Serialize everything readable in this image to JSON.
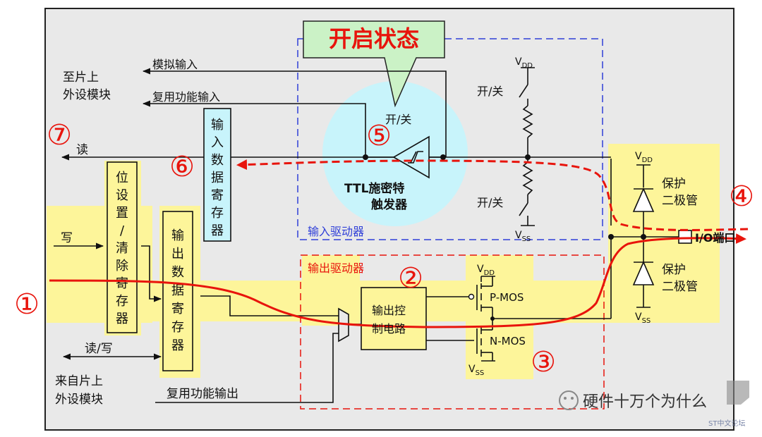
{
  "labels": {
    "open_state": "开启状态",
    "analog_input": "模拟输入",
    "alt_func_input": "复用功能输入",
    "to_peripheral_1": "至片上",
    "to_peripheral_2": "外设模块",
    "read": "读",
    "write": "写",
    "read_write": "读/写",
    "from_peripheral_1": "来自片上",
    "from_peripheral_2": "外设模块",
    "alt_func_output": "复用功能输出",
    "input_data_register": [
      "输",
      "入",
      "数",
      "据",
      "寄",
      "存",
      "器"
    ],
    "bit_set_clear_register": [
      "位",
      "设",
      "置",
      "/",
      "清",
      "除",
      "寄",
      "存",
      "器"
    ],
    "output_data_register": [
      "输",
      "出",
      "数",
      "据",
      "寄",
      "存",
      "器"
    ],
    "switch_top_schmitt": "开/关",
    "switch_pullup": "开/关",
    "switch_pulldown": "开/关",
    "ttl_schmitt_1": "TTL施密特",
    "ttl_schmitt_2": "触发器",
    "input_driver": "输入驱动器",
    "output_driver": "输出驱动器",
    "output_control_1": "输出控",
    "output_control_2": "制电路",
    "pmos": "P-MOS",
    "nmos": "N-MOS",
    "vdd": "V",
    "vdd_sub": "DD",
    "vss": "V",
    "vss_sub": "SS",
    "protect_diode_top_1": "保护",
    "protect_diode_top_2": "二极管",
    "protect_diode_bottom_1": "保护",
    "protect_diode_bottom_2": "二极管",
    "io_pin": "I/O端口"
  },
  "markers": [
    "①",
    "②",
    "③",
    "④",
    "⑤",
    "⑥",
    "⑦"
  ],
  "watermark": {
    "text": "硬件十万个为什么",
    "source": "ST中文论坛"
  },
  "colors": {
    "yellow": "#fdf59a",
    "bg_gray": "#e9e9e9",
    "red": "#e8140c",
    "blue": "#2f3fd8",
    "cyan": "#c8f4fb",
    "callout": "#cbf2c6"
  }
}
